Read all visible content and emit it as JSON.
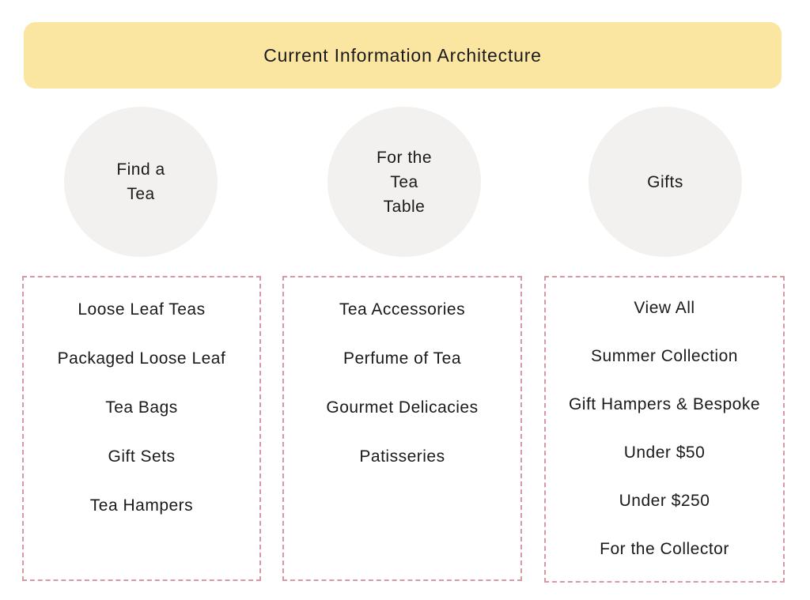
{
  "page": {
    "title": "Current Information Architecture"
  },
  "colors": {
    "page_bg": "#FFFFFF",
    "banner_bg": "#FAE6A1",
    "circle_bg": "#F2F1EF",
    "box_border": "#D79AA5",
    "text": "#1A1A1A"
  },
  "columns": [
    {
      "name": "Find a Tea",
      "circle_lines": [
        "Find a",
        "Tea"
      ],
      "items": [
        "Loose Leaf Teas",
        "Packaged Loose Leaf",
        "Tea Bags",
        "Gift Sets",
        "Tea Hampers"
      ]
    },
    {
      "name": "For the Tea Table",
      "circle_lines": [
        "For the",
        "Tea",
        "Table"
      ],
      "items": [
        "Tea Accessories",
        "Perfume of Tea",
        "Gourmet Delicacies",
        "Patisseries"
      ]
    },
    {
      "name": "Gifts",
      "circle_lines": [
        "Gifts"
      ],
      "items": [
        "View All",
        "Summer Collection",
        "Gift Hampers & Bespoke",
        "Under $50",
        "Under $250",
        "For the Collector"
      ]
    }
  ]
}
